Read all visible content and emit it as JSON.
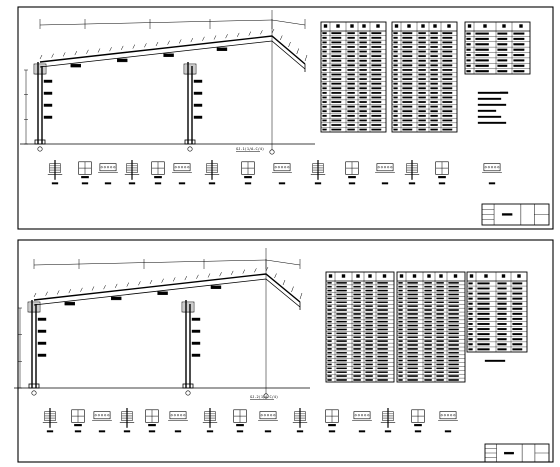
{
  "sheets": [
    {
      "id": "sheet-1",
      "frame_label": "GJ-1(1/A-C/4)",
      "tables": [
        {
          "id": "member-table-1",
          "rows": 22
        },
        {
          "id": "member-table-2",
          "rows": 22
        },
        {
          "id": "member-table-3",
          "rows": 8
        }
      ]
    },
    {
      "id": "sheet-2",
      "frame_label": "GJ-2(1/A-C/4)",
      "tables": [
        {
          "id": "member-table-1",
          "rows": 26
        },
        {
          "id": "member-table-2",
          "rows": 26
        },
        {
          "id": "member-table-3",
          "rows": 14
        }
      ]
    }
  ],
  "colors": {
    "line": "#000000",
    "background": "#ffffff"
  }
}
